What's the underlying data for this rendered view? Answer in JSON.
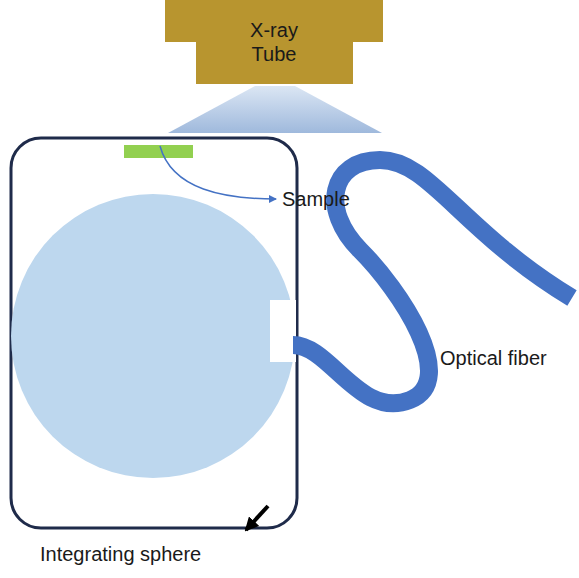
{
  "diagram": {
    "nodes": [
      {
        "text": [
          "X-ray Tube"
        ]
      }
    ],
    "labels": [
      "Sample",
      "Optical fiber",
      "Integrating sphere"
    ]
  }
}
